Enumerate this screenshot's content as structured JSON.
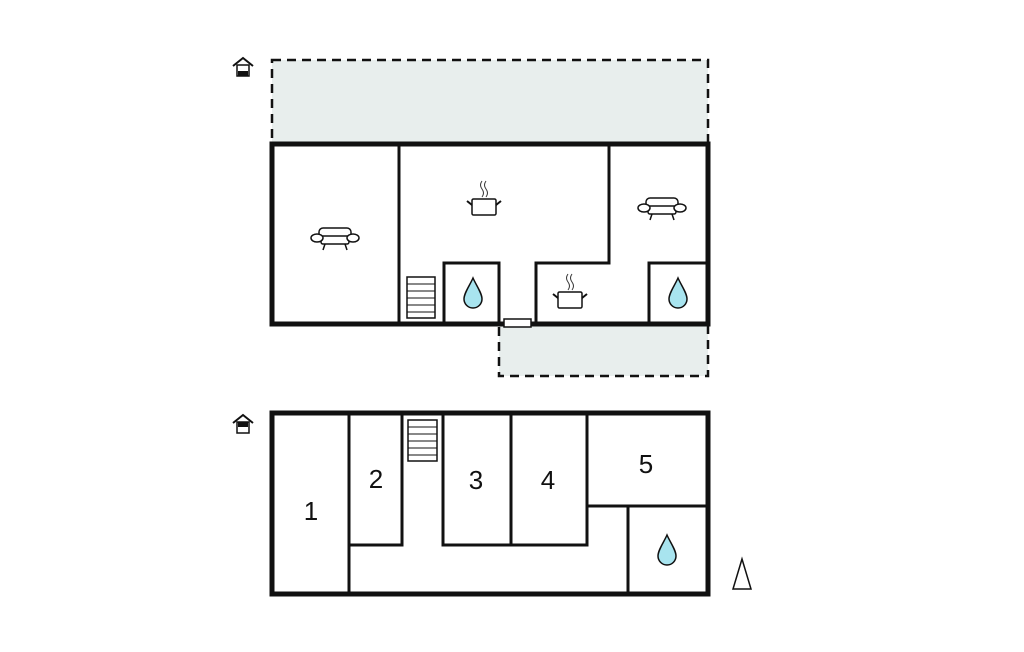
{
  "colors": {
    "terrace": "#e8eeed",
    "water": "#a8e4ef",
    "wall": "#111111"
  },
  "ground_floor": {
    "icons": [
      "house-level-icon",
      "sofa-icon",
      "kitchen-pot-icon",
      "sofa-icon",
      "bathroom-drop-icon",
      "kitchen-pot-icon",
      "bathroom-drop-icon",
      "stairs-icon"
    ]
  },
  "upper_floor": {
    "rooms": [
      {
        "label": "1"
      },
      {
        "label": "2"
      },
      {
        "label": "3"
      },
      {
        "label": "4"
      },
      {
        "label": "5"
      }
    ],
    "icons": [
      "house-level-icon",
      "stairs-icon",
      "bathroom-drop-icon",
      "north-arrow-icon"
    ]
  }
}
